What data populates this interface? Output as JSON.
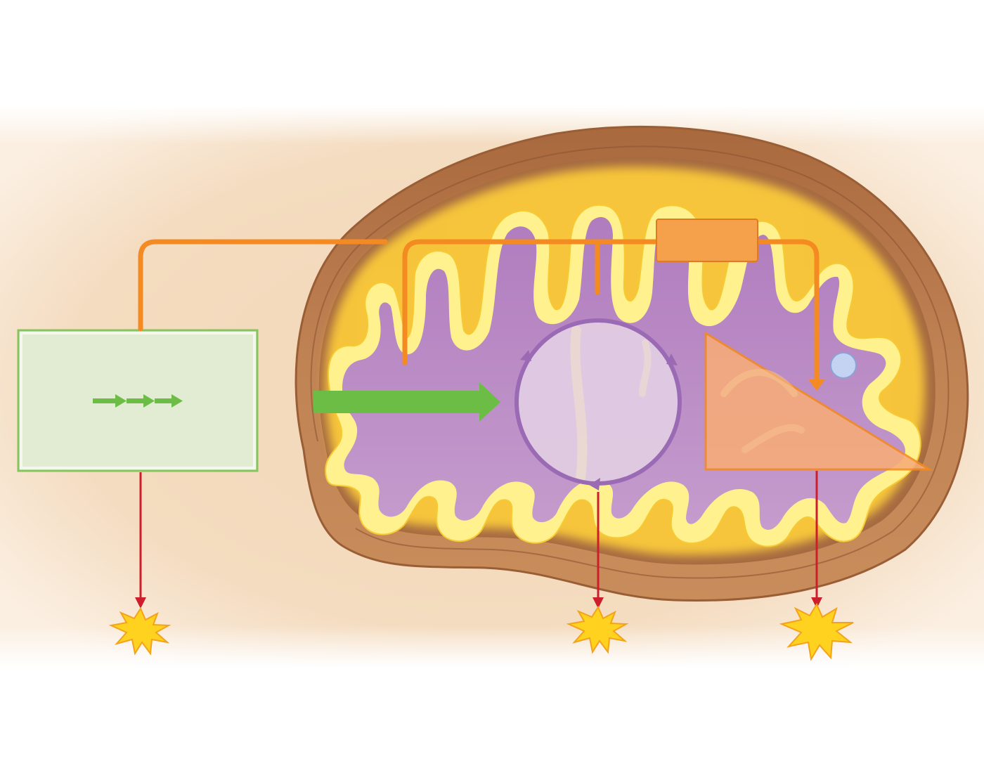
{
  "diagram": {
    "type": "cellular-respiration-overview",
    "text_labels": [],
    "colors": {
      "cytoplasm": "#f2d7b6",
      "outer_membrane": "#b9794d",
      "intermembrane_space": "#a86e45",
      "inner_membrane": "#fff08a",
      "matrix": "#b783c2",
      "glycolysis_box_fill": "#e2ecd2",
      "glycolysis_box_border": "#86c45e",
      "green_arrow": "#6cbd45",
      "electron_carrier_path": "#f48a22",
      "carrier_box": "#f5a04a",
      "citric_acid_cycle_ring": "#9a6ab4",
      "citric_acid_cycle_fill": "#e2cde3",
      "electron_transport_triangle": "#f7ac78",
      "oxygen_circle": "#c4d3f2",
      "atp_arrow": "#cc1f2b",
      "atp_burst": "#ffd21f"
    },
    "icons": [
      "glycolysis-box",
      "pyruvate-arrow",
      "citric-acid-cycle-circle",
      "electron-transport-chain-triangle",
      "electron-carrier-box",
      "oxygen-circle",
      "atp-burst-icon"
    ],
    "atp_outputs_count": 3
  }
}
